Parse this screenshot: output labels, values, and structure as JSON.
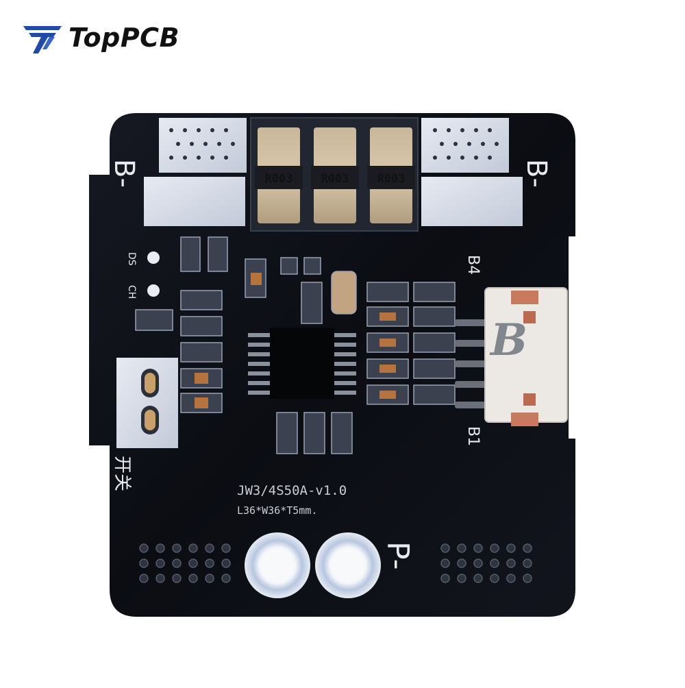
{
  "brand": {
    "name": "TopPCB",
    "accent": "#1f4aa8"
  },
  "board": {
    "color": "#0c0e14",
    "pad_color": "#d7dce6",
    "terminals": {
      "b_left": "B-",
      "b_right": "B-",
      "p_minus": "P-"
    },
    "resistor_code": "R003",
    "resistors": [
      "R003",
      "R003",
      "R003"
    ],
    "silk": {
      "ds": "DS",
      "ch": "CH",
      "b4": "B4",
      "b1": "B1",
      "model": "JW3/4S50A-v1.0",
      "dims": "L36*W36*T5mm.",
      "cn_switch": "开关"
    },
    "watermark": "B"
  }
}
